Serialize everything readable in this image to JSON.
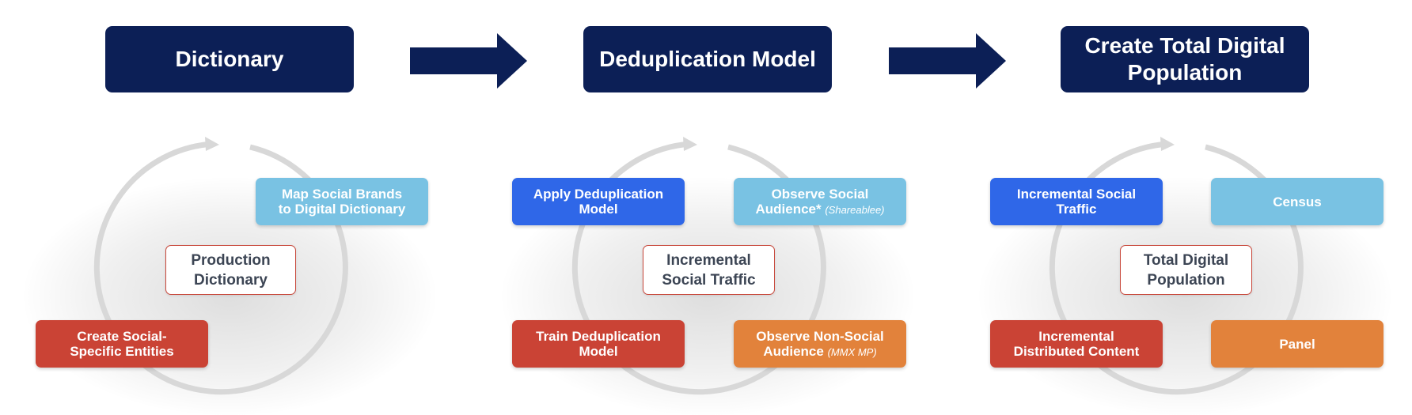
{
  "colors": {
    "header_bg": "#0c1f56",
    "blue": "#2f67e8",
    "light_blue": "#79c2e3",
    "red": "#ca4335",
    "orange": "#e2823b",
    "center_border": "#c8473a",
    "ring": "#d8d8d8"
  },
  "steps": [
    {
      "title": "Dictionary"
    },
    {
      "title": "Deduplication Model"
    },
    {
      "title": "Create Total Digital\nPopulation"
    }
  ],
  "cycles": [
    {
      "center": "Production\nDictionary",
      "boxes": [
        {
          "label": "Map Social Brands\nto Digital Dictionary",
          "note": "",
          "color": "light_blue"
        },
        {
          "label": "Create Social-\nSpecific Entities",
          "note": "",
          "color": "red"
        }
      ]
    },
    {
      "center": "Incremental\nSocial Traffic",
      "boxes": [
        {
          "label": "Apply Deduplication\nModel",
          "note": "",
          "color": "blue"
        },
        {
          "label": "Observe Social\nAudience* ",
          "note": "(Shareablee)",
          "color": "light_blue"
        },
        {
          "label": "Train Deduplication\nModel",
          "note": "",
          "color": "red"
        },
        {
          "label": "Observe Non-Social\nAudience ",
          "note": "(MMX MP)",
          "color": "orange"
        }
      ]
    },
    {
      "center": "Total Digital\nPopulation",
      "boxes": [
        {
          "label": "Incremental Social\nTraffic",
          "note": "",
          "color": "blue"
        },
        {
          "label": "Census",
          "note": "",
          "color": "light_blue"
        },
        {
          "label": "Incremental\nDistributed Content",
          "note": "",
          "color": "red"
        },
        {
          "label": "Panel",
          "note": "",
          "color": "orange"
        }
      ]
    }
  ]
}
